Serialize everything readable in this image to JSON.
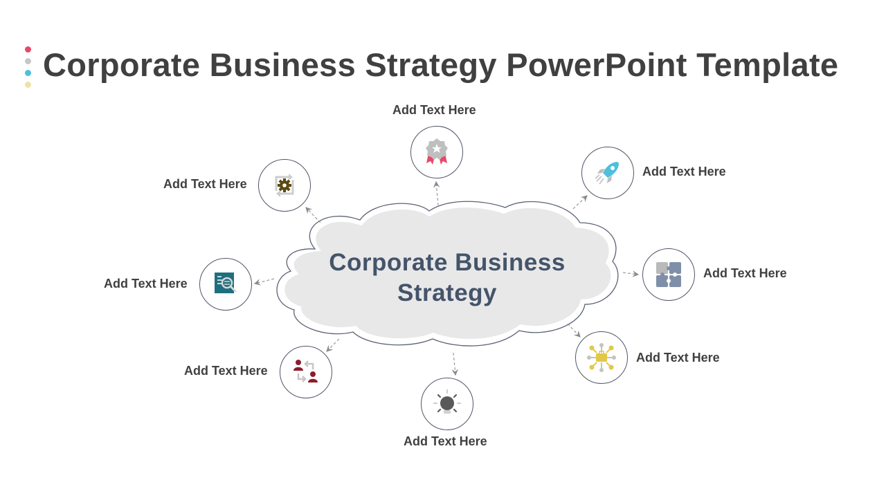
{
  "slide": {
    "title": "Corporate Business Strategy PowerPoint Template",
    "bullet_dots": [
      {
        "color": "#e8486a"
      },
      {
        "color": "#c7c7c7"
      },
      {
        "color": "#4fbfdc"
      },
      {
        "color": "#efe2a7"
      }
    ],
    "center": {
      "line1": "Corporate Business",
      "line2": "Strategy",
      "fill": "#e9e8e9",
      "text_color": "#44546a"
    },
    "nodes": [
      {
        "id": "award",
        "label": "Add Text Here",
        "icon": "award-ribbon-icon"
      },
      {
        "id": "rocket",
        "label": "Add Text Here",
        "icon": "rocket-icon"
      },
      {
        "id": "puzzle",
        "label": "Add Text Here",
        "icon": "puzzle-icon"
      },
      {
        "id": "network",
        "label": "Add Text Here",
        "icon": "briefcase-network-icon"
      },
      {
        "id": "bulb",
        "label": "Add Text Here",
        "icon": "lightbulb-icon"
      },
      {
        "id": "exchange",
        "label": "Add Text Here",
        "icon": "user-exchange-icon"
      },
      {
        "id": "search",
        "label": "Add Text Here",
        "icon": "document-search-icon"
      },
      {
        "id": "gear",
        "label": "Add Text Here",
        "icon": "gear-cycle-icon"
      }
    ]
  }
}
